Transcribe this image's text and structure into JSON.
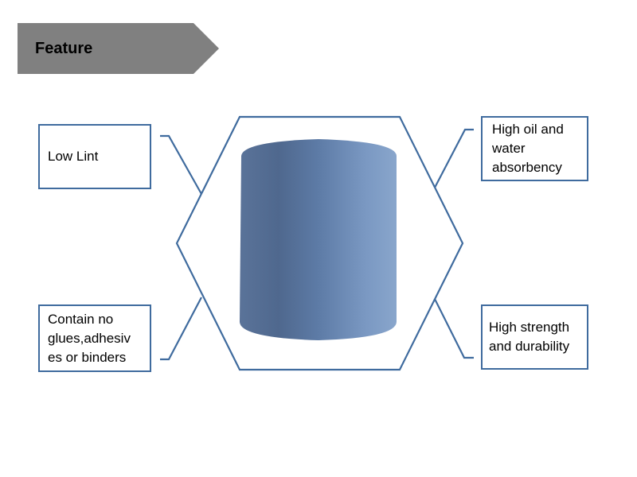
{
  "header": {
    "title": "Feature",
    "banner_color": "#808080"
  },
  "diagram": {
    "line_color": "#3f6b9e",
    "center_image": {
      "subject": "blue-paper-roll",
      "colors": [
        "#50698f",
        "#6b8bb6",
        "#86a4cb"
      ]
    },
    "features": [
      {
        "position": "top-left",
        "label": "Low Lint"
      },
      {
        "position": "bottom-left",
        "label": "Contain no\nglues,adhesiv\nes or binders"
      },
      {
        "position": "top-right",
        "label": "High oil and\nwater\nabsorbency"
      },
      {
        "position": "bottom-right",
        "label": "High strength\nand durability"
      }
    ]
  }
}
